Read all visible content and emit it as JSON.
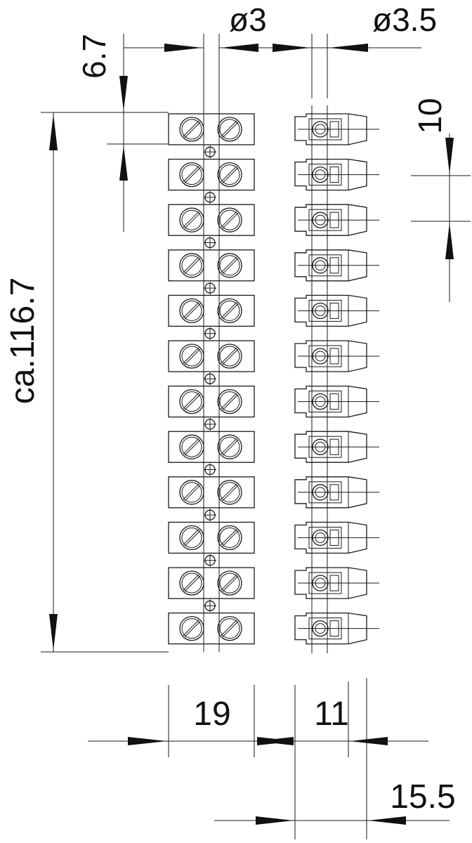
{
  "drawing": {
    "terminal_count": 12,
    "dimensions": {
      "pitch_top": "6.7",
      "screw_diameter": "ø3",
      "entry_diameter": "ø3.5",
      "total_length": "ca.116.7",
      "spacing": "10",
      "width": "19",
      "side_width": "11",
      "side_depth": "15.5"
    }
  }
}
